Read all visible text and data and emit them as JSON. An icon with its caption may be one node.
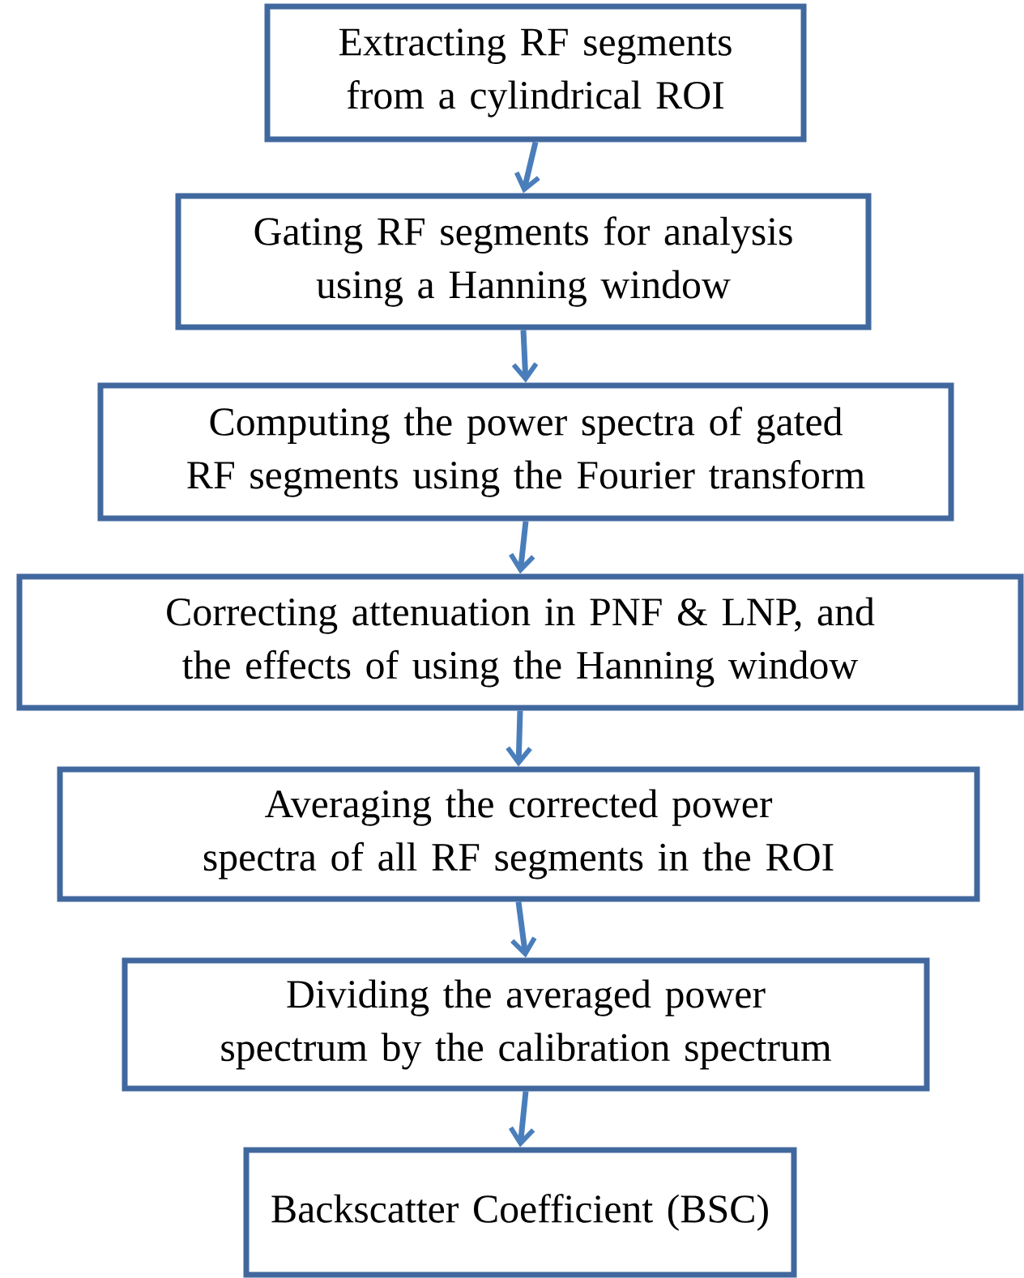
{
  "diagram": {
    "nodes": [
      {
        "text": [
          "Extracting RF segments from a cylindrical ROI"
        ]
      },
      {
        "text": [
          "Gating RF segments for analysis using a Hanning window"
        ]
      },
      {
        "text": [
          "Computing the power spectra of gated RF segments using the Fourier transform"
        ]
      },
      {
        "text": [
          "Correcting attenuation in PNF & LNP, and the effects of using the Hanning window"
        ]
      },
      {
        "text": [
          "Averaging the corrected power spectra of all RF segments in the ROI"
        ]
      },
      {
        "text": [
          "Dividing the averaged power spectrum by the calibration spectrum"
        ]
      },
      {
        "text": [
          "Backscatter Coefficient (BSC)"
        ]
      }
    ],
    "edges": [
      {
        "from": 0,
        "to": 1,
        "arrow": "to"
      },
      {
        "from": 1,
        "to": 2,
        "arrow": "to"
      },
      {
        "from": 2,
        "to": 3,
        "arrow": "to"
      },
      {
        "from": 3,
        "to": 4,
        "arrow": "to"
      },
      {
        "from": 4,
        "to": 5,
        "arrow": "to"
      },
      {
        "from": 5,
        "to": 6,
        "arrow": "to"
      }
    ]
  }
}
